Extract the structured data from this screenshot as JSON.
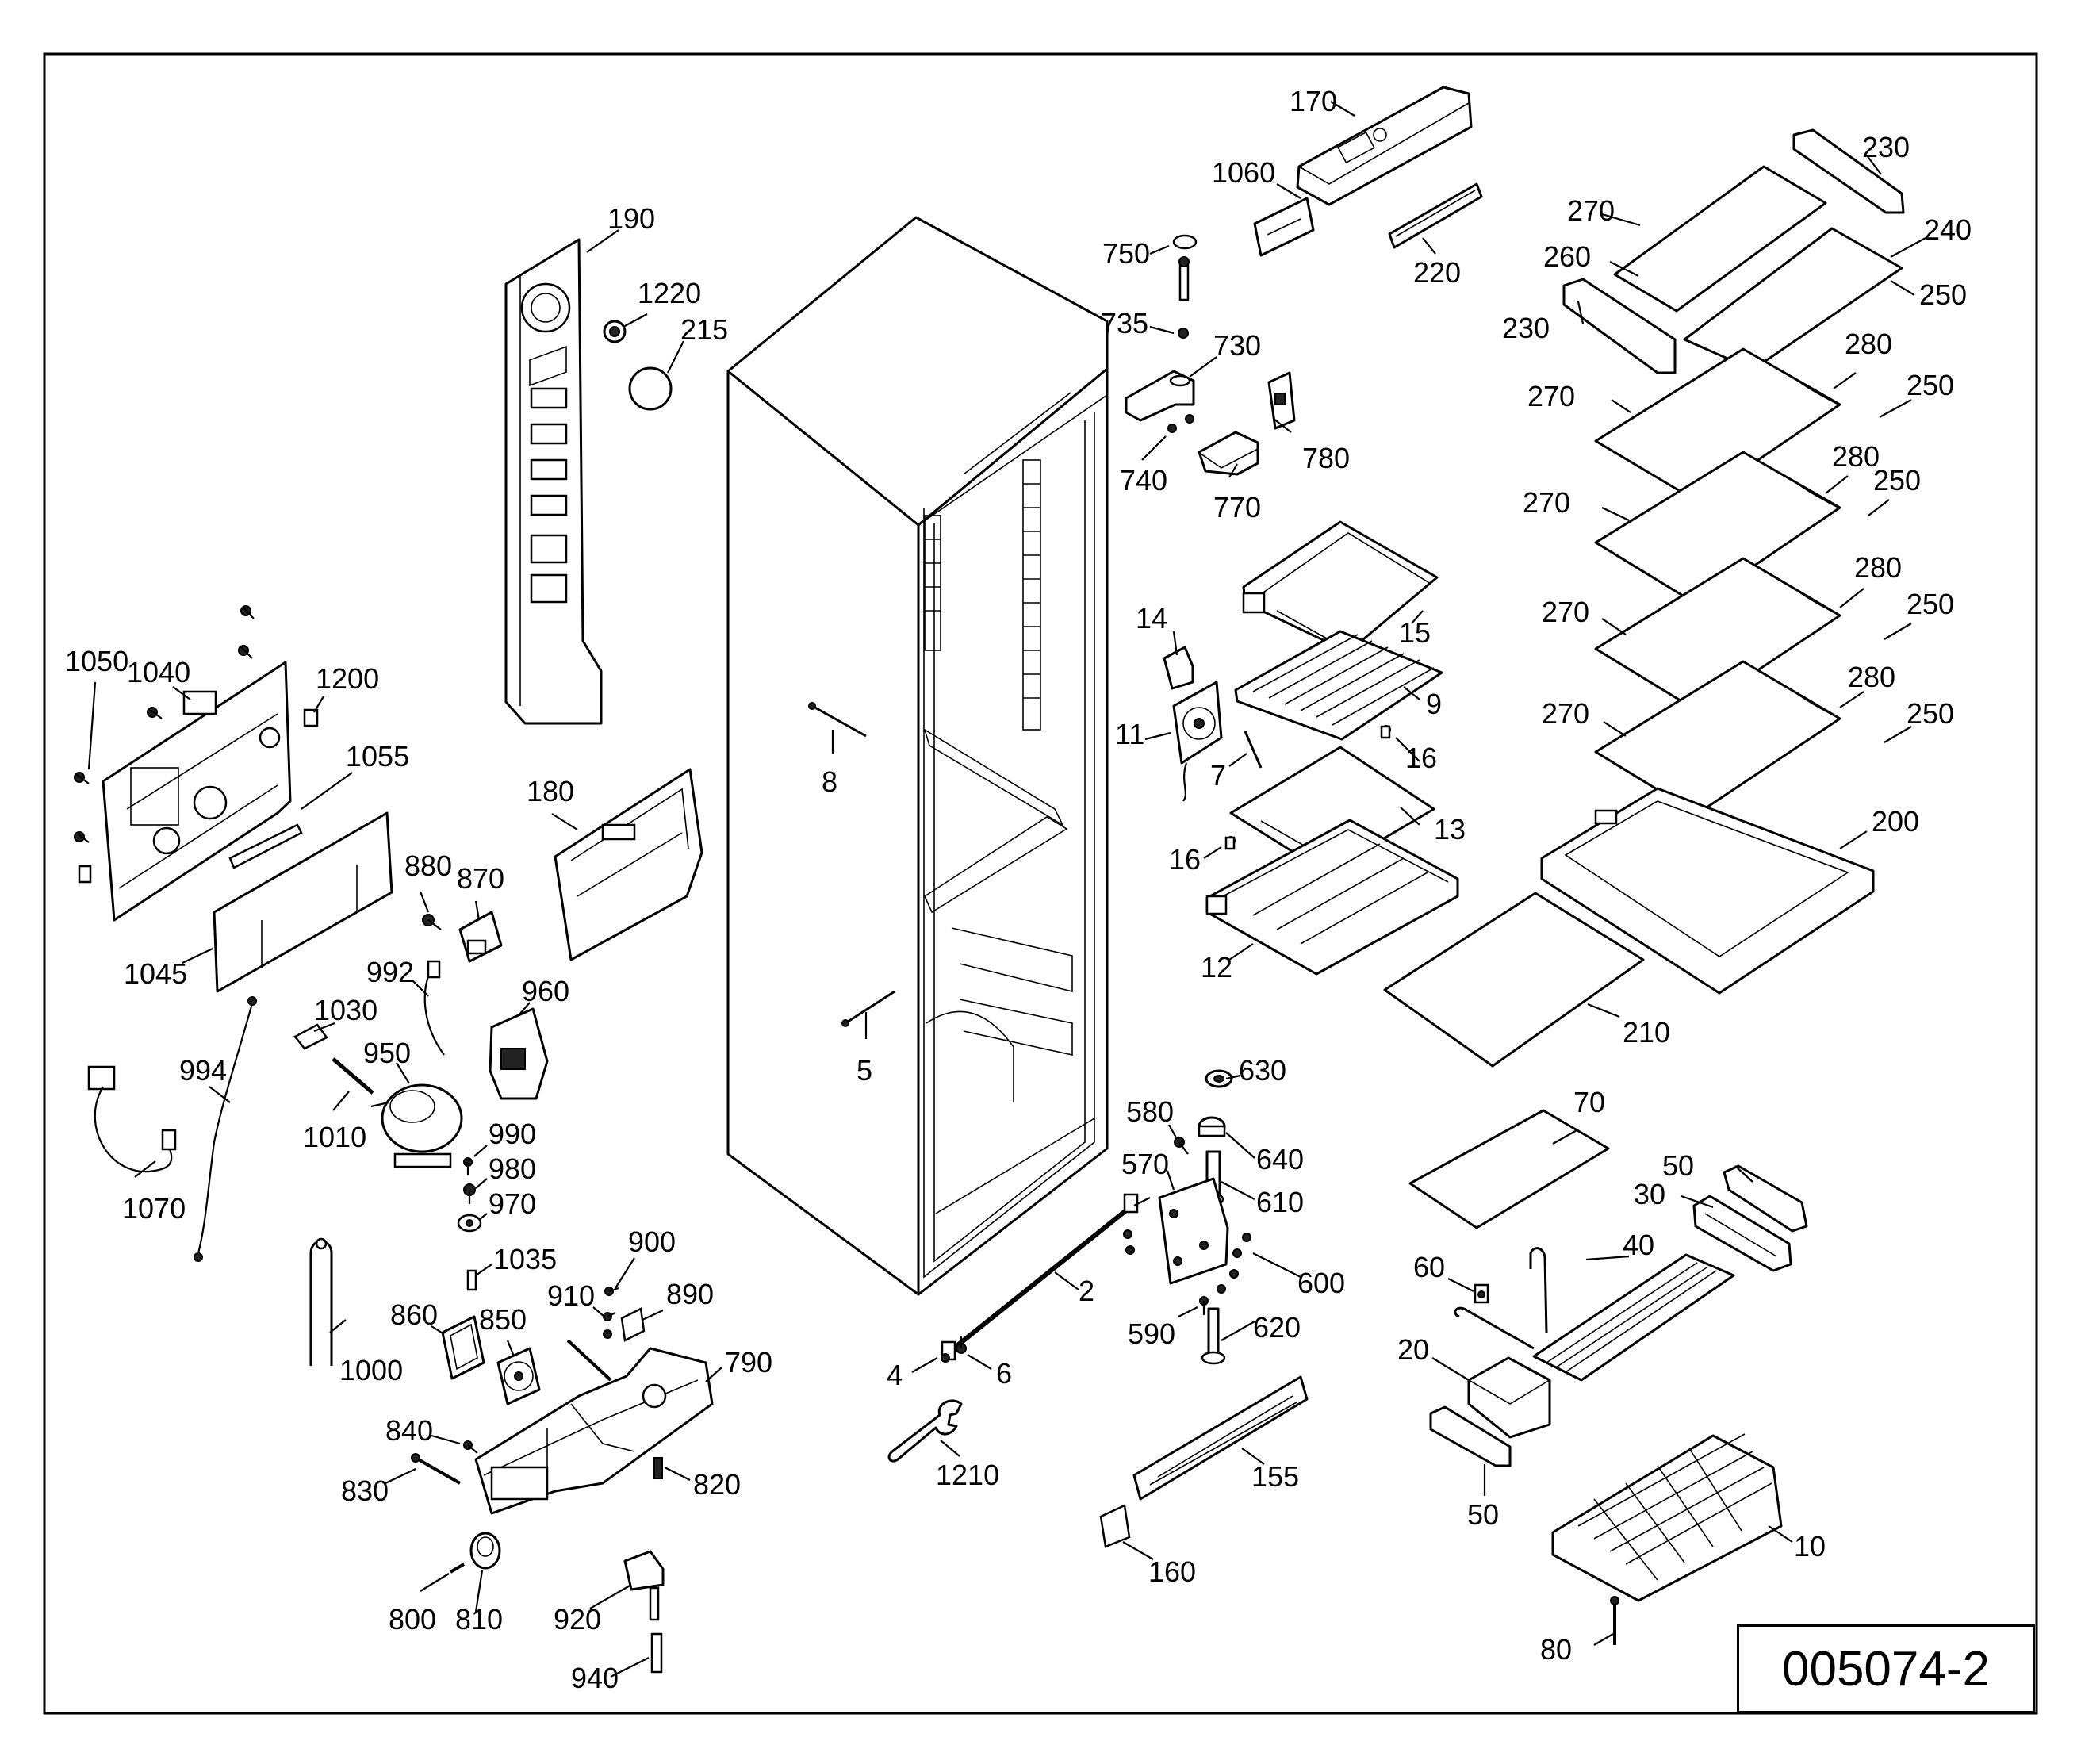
{
  "drawing": {
    "document_number": "005074-2",
    "part_numbers": [
      "2",
      "4",
      "5",
      "6",
      "7",
      "8",
      "9",
      "10",
      "11",
      "12",
      "13",
      "14",
      "15",
      "16",
      "16",
      "20",
      "30",
      "40",
      "50",
      "50",
      "60",
      "70",
      "80",
      "155",
      "160",
      "170",
      "180",
      "190",
      "200",
      "210",
      "215",
      "220",
      "230",
      "230",
      "240",
      "250",
      "250",
      "250",
      "250",
      "250",
      "260",
      "270",
      "270",
      "270",
      "270",
      "270",
      "280",
      "280",
      "280",
      "280",
      "580",
      "570",
      "590",
      "600",
      "610",
      "620",
      "630",
      "640",
      "730",
      "735",
      "740",
      "750",
      "770",
      "780",
      "790",
      "800",
      "810",
      "820",
      "830",
      "840",
      "850",
      "860",
      "870",
      "880",
      "890",
      "900",
      "910",
      "920",
      "940",
      "950",
      "960",
      "970",
      "980",
      "990",
      "992",
      "994",
      "1000",
      "1010",
      "1030",
      "1035",
      "1040",
      "1045",
      "1050",
      "1055",
      "1060",
      "1070",
      "1200",
      "1210",
      "1220"
    ]
  }
}
